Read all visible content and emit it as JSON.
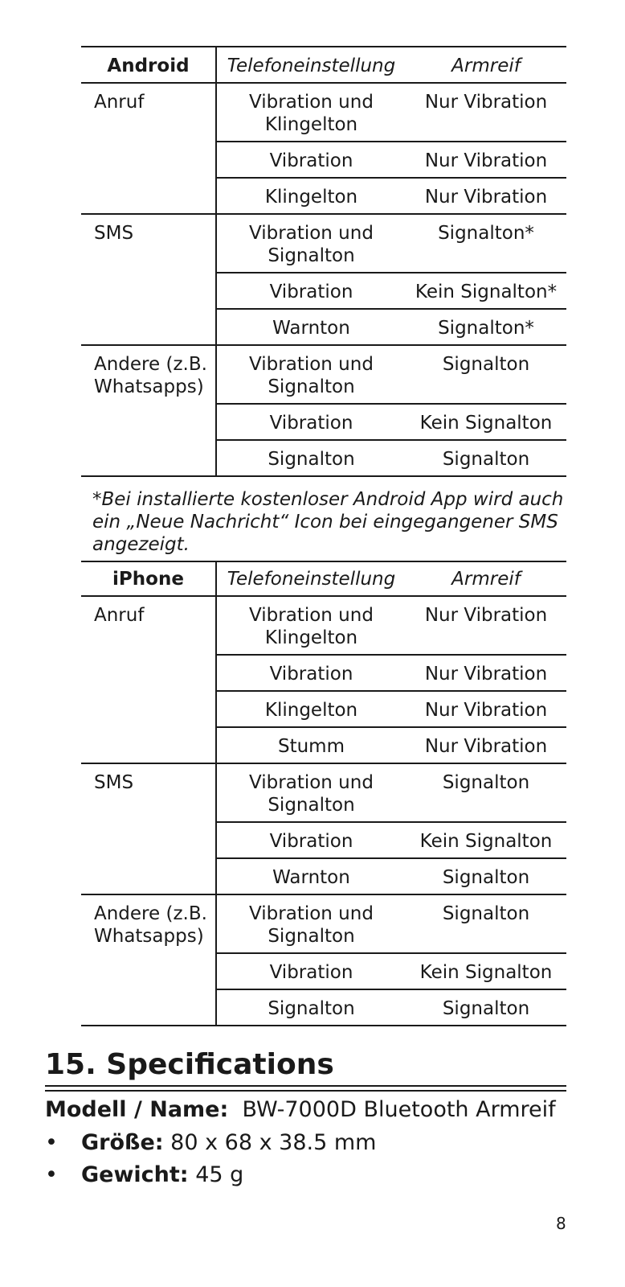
{
  "android_table": {
    "headers": [
      "Android",
      "Telefoneinstellung",
      "Armreif"
    ],
    "groups": [
      {
        "label": "Anruf",
        "rows": [
          [
            "Vibration und Klingelton",
            "Nur Vibration"
          ],
          [
            "Vibration",
            "Nur Vibration"
          ],
          [
            "Klingelton",
            "Nur Vibration"
          ]
        ]
      },
      {
        "label": "SMS",
        "rows": [
          [
            "Vibration und Signalton",
            "Signalton*"
          ],
          [
            "Vibration",
            "Kein Signalton*"
          ],
          [
            "Warnton",
            "Signalton*"
          ]
        ]
      },
      {
        "label": "Andere (z.B. Whatsapps)",
        "rows": [
          [
            "Vibration und Signalton",
            "Signalton"
          ],
          [
            "Vibration",
            "Kein Signalton"
          ],
          [
            "Signalton",
            "Signalton"
          ]
        ]
      }
    ]
  },
  "android_note": "*Bei installierte kostenloser Android App wird auch ein „Neue Nachricht“ Icon bei eingegangener SMS angezeigt.",
  "iphone_table": {
    "headers": [
      "iPhone",
      "Telefoneinstellung",
      "Armreif"
    ],
    "groups": [
      {
        "label": "Anruf",
        "rows": [
          [
            "Vibration und Klingelton",
            "Nur Vibration"
          ],
          [
            "Vibration",
            "Nur Vibration"
          ],
          [
            "Klingelton",
            "Nur Vibration"
          ],
          [
            "Stumm",
            "Nur Vibration"
          ]
        ]
      },
      {
        "label": "SMS",
        "rows": [
          [
            "Vibration und Signalton",
            "Signalton"
          ],
          [
            "Vibration",
            "Kein Signalton"
          ],
          [
            "Warnton",
            "Signalton"
          ]
        ]
      },
      {
        "label": "Andere (z.B. Whatsapps)",
        "rows": [
          [
            "Vibration und Signalton",
            "Signalton"
          ],
          [
            "Vibration",
            "Kein Signalton"
          ],
          [
            "Signalton",
            "Signalton"
          ]
        ]
      }
    ]
  },
  "section": {
    "title": "15. Specifications",
    "model_label": "Modell / Name:",
    "model_value": "BW-7000D Bluetooth Armreif",
    "specs": [
      {
        "label": "Größe:",
        "value": "80 x 68 x 38.5 mm"
      },
      {
        "label": "Gewicht:",
        "value": "45 g"
      }
    ]
  },
  "page_number": "8"
}
